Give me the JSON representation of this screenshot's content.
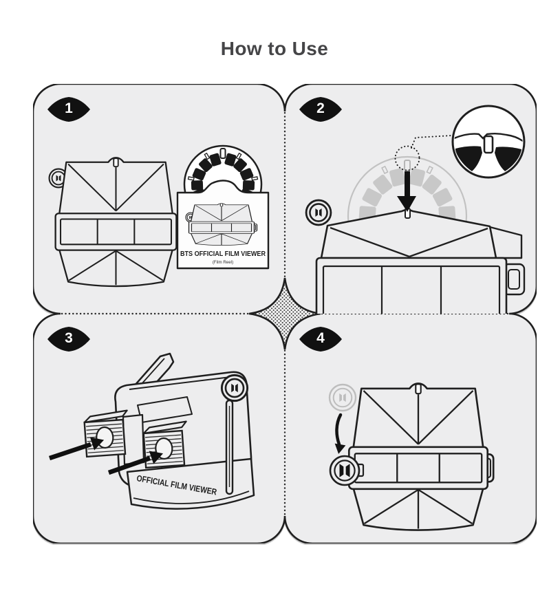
{
  "title": "How to Use",
  "badges": {
    "step1": "1",
    "step2": "2",
    "step3": "3",
    "step4": "4"
  },
  "package": {
    "title": "BTS OFFICIAL FILM VIEWER",
    "subtitle": "(Film Reel)"
  },
  "viewer": {
    "front_label": "OFFICIAL FILM VIEWER"
  },
  "colors": {
    "ink": "#1f1f1f",
    "panel_bg": "#ededee",
    "ghost": "#c3c3c3",
    "badge_bg": "#111111",
    "title_text": "#454547",
    "paper": "#ffffff"
  }
}
